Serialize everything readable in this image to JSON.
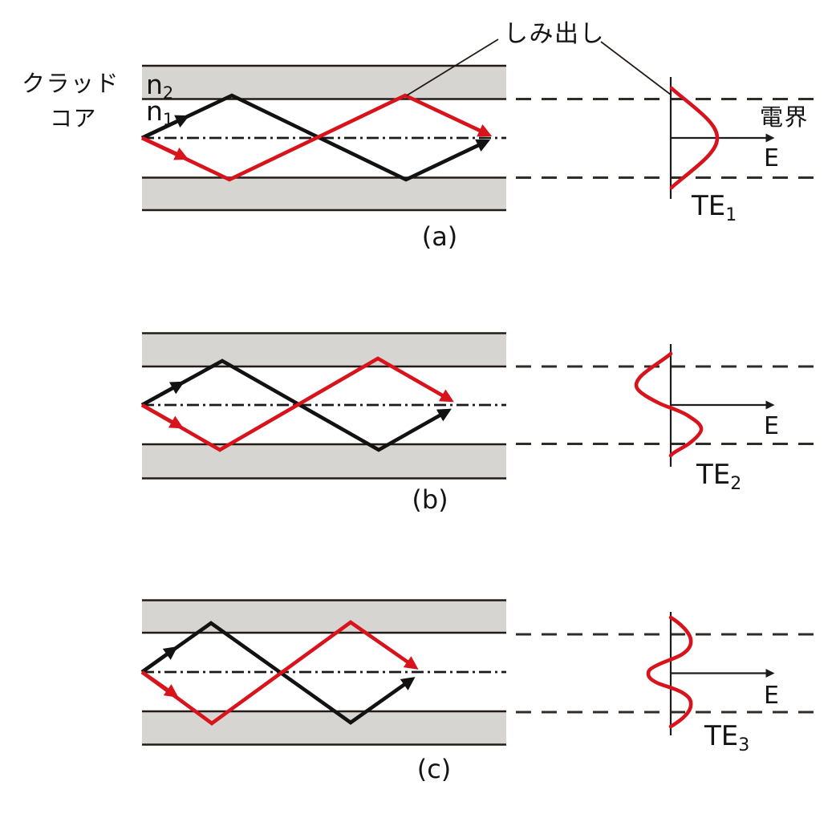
{
  "labels": {
    "cladding": "クラッド",
    "core": "コア",
    "refractive_index_base": "n",
    "n_cladding_sub": "2",
    "n_core_sub": "1",
    "seepage": "しみ出し",
    "electric_field": "電界",
    "e_axis": "E",
    "te_base": "TE",
    "te1_sub": "1",
    "te2_sub": "2",
    "te3_sub": "3",
    "panel_a": "(a)",
    "panel_b": "(b)",
    "panel_c": "(c)"
  },
  "colors": {
    "ray_red": "#d8131c",
    "line_ink": "#241b16",
    "cladding_fill": "#d6d5d1",
    "background": "#ffffff"
  }
}
